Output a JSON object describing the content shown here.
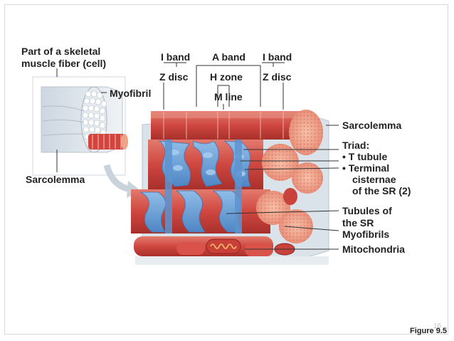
{
  "labels": {
    "part_of_fiber_line1": "Part of a skeletal",
    "part_of_fiber_line2": "muscle fiber (cell)",
    "myofibril": "Myofibril",
    "sarcolemma_left": "Sarcolemma",
    "i_band_left": "I band",
    "a_band": "A band",
    "i_band_right": "I band",
    "z_disc_left": "Z disc",
    "h_zone": "H zone",
    "z_disc_right": "Z disc",
    "m_line": "M line",
    "sarcolemma_right": "Sarcolemma",
    "triad": "Triad:",
    "t_tubule": "T tubule",
    "terminal": "Terminal",
    "cisternae": "cisternae",
    "of_the_sr": "of the SR (2)",
    "tubules_of_line1": "Tubules of",
    "tubules_of_line2": "the SR",
    "myofibrils": "Myofibrils",
    "mitochondria": "Mitochondria",
    "bullet": "•"
  },
  "footer": {
    "figure": "Figure 9.5",
    "page_number": "16"
  },
  "colors": {
    "muscle_red": "#d9534a",
    "muscle_dark": "#b8322d",
    "sr_blue": "#6fa1d8",
    "sr_blue_dark": "#3f77b8",
    "myofibril_end": "#f2a488",
    "panel_bg": "#dbe3ea"
  }
}
